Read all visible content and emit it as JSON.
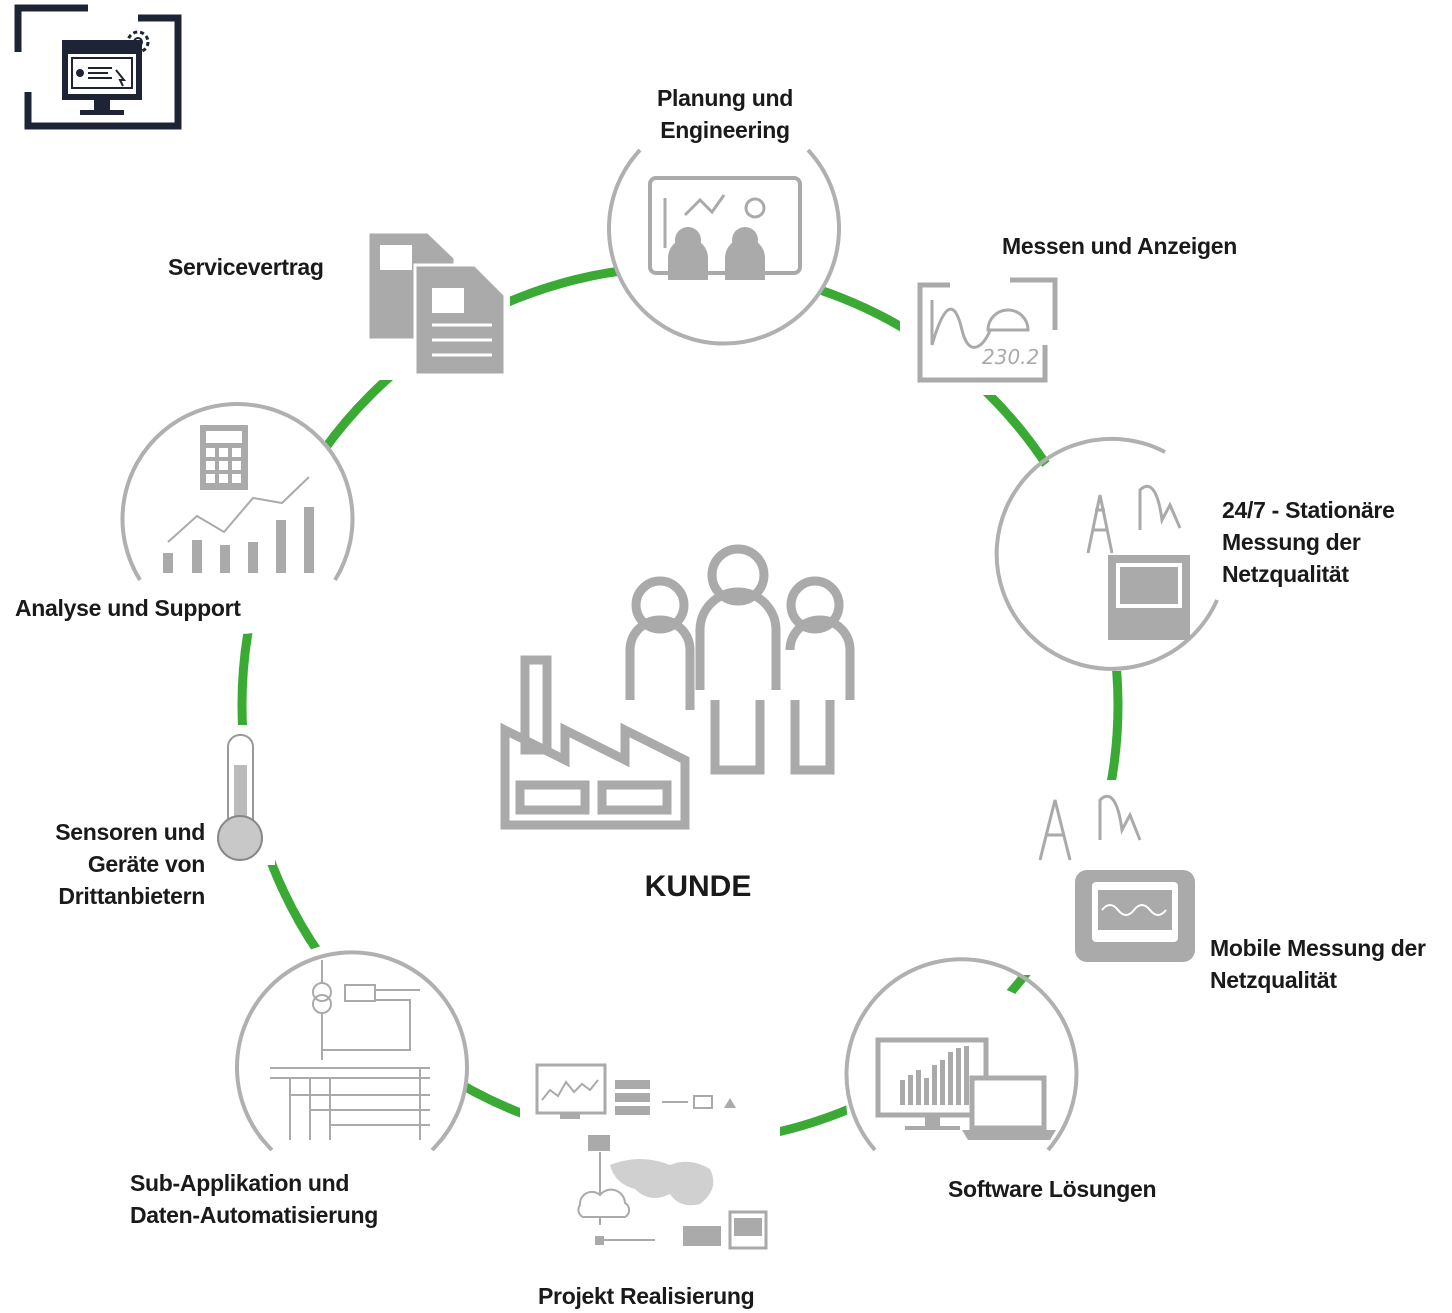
{
  "center": {
    "label": "KUNDE"
  },
  "nodes": [
    {
      "id": "planung",
      "lines": [
        "Planung und",
        "Engineering"
      ]
    },
    {
      "id": "messen",
      "lines": [
        "Messen und Anzeigen"
      ],
      "display_value": "230.2"
    },
    {
      "id": "stationaer",
      "lines": [
        "24/7 - Stationäre",
        "Messung der",
        "Netzqualität"
      ]
    },
    {
      "id": "mobile",
      "lines": [
        "Mobile Messung der",
        "Netzqualität"
      ]
    },
    {
      "id": "software",
      "lines": [
        "Software Lösungen"
      ]
    },
    {
      "id": "projekt",
      "lines": [
        "Projekt Realisierung"
      ]
    },
    {
      "id": "sub",
      "lines": [
        "Sub-Applikation und",
        "Daten-Automatisierung"
      ]
    },
    {
      "id": "sensoren",
      "lines": [
        "Sensoren und",
        "Geräte von",
        "Drittanbietern"
      ]
    },
    {
      "id": "analyse",
      "lines": [
        "Analyse und Support"
      ]
    },
    {
      "id": "service",
      "lines": [
        "Servicevertrag"
      ]
    }
  ],
  "colors": {
    "ring": "#3aaa35",
    "icon": "#aaaaaa",
    "dark": "#1c2436",
    "text": "#1a1a1a"
  },
  "icons": [
    "monitor-settings-icon",
    "engineers-board-icon",
    "meter-display-icon",
    "tower-analyzer-icon",
    "mobile-analyzer-icon",
    "software-screens-icon",
    "network-map-icon",
    "substation-diagram-icon",
    "thermometer-icon",
    "analytics-chart-icon",
    "documents-icon",
    "customer-factory-icon"
  ]
}
